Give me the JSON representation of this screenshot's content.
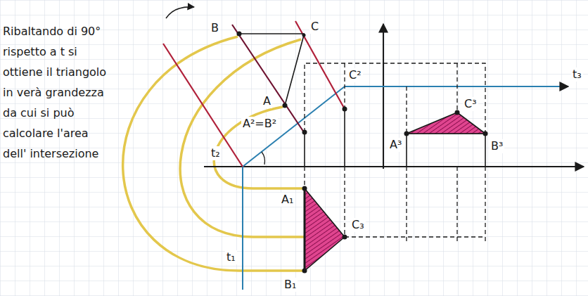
{
  "diagram": {
    "labels": [
      "Ribaltando di 90° rispetto a t si ottiene il triangolo in verà grandezza da cui si può calcolare l'area dell' intersezione",
      "B",
      "C",
      "A",
      "C²",
      "A²=B²",
      "t₂",
      "t₃",
      "C³",
      "A³",
      "B³",
      "A₁",
      "C₃",
      "t₁",
      "B₁"
    ]
  }
}
